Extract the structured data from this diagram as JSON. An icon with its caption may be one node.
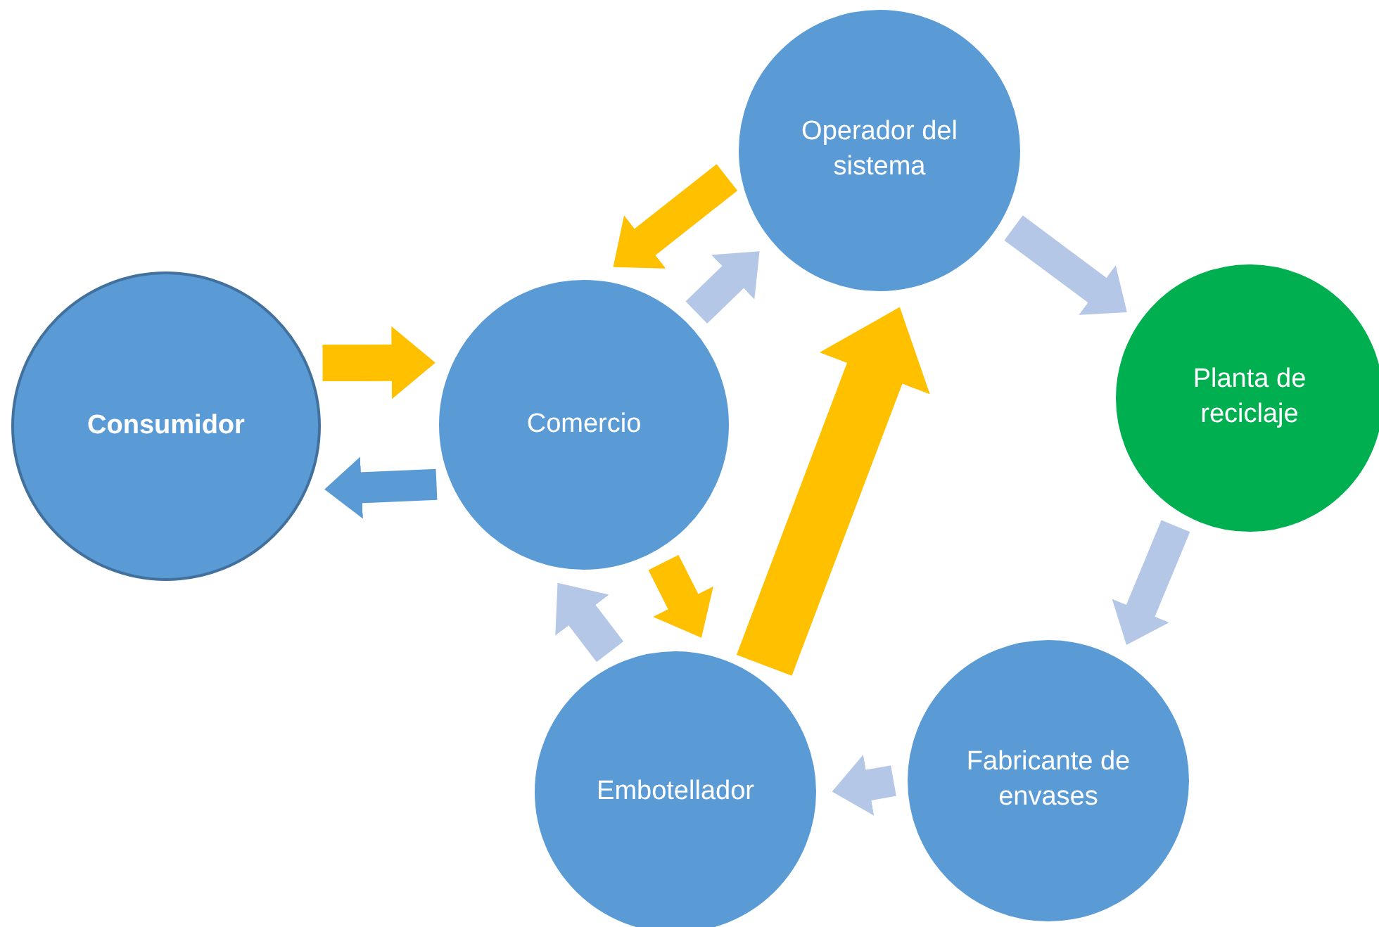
{
  "diagram": {
    "nodes": [
      {
        "text": [
          "Consumidor"
        ]
      },
      {
        "text": [
          "Comercio"
        ]
      },
      {
        "text": [
          "Operador del sistema"
        ]
      },
      {
        "text": [
          "Planta de reciclaje"
        ]
      },
      {
        "text": [
          "Fabricante de envases"
        ]
      },
      {
        "text": [
          "Embotellador"
        ]
      }
    ],
    "edges": [
      {
        "from": 0,
        "to": 1,
        "arrow": "to",
        "color": "#ffc000"
      },
      {
        "from": 1,
        "to": 0,
        "arrow": "to",
        "color": "#5b9bd5"
      },
      {
        "from": 1,
        "to": 2,
        "arrow": "to"
      },
      {
        "from": 2,
        "to": 1,
        "arrow": "to",
        "color": "#ffc000"
      },
      {
        "from": 2,
        "to": 3,
        "arrow": "to"
      },
      {
        "from": 3,
        "to": 4,
        "arrow": "to"
      },
      {
        "from": 4,
        "to": 5,
        "arrow": "to"
      },
      {
        "from": 5,
        "to": 1,
        "arrow": "to"
      },
      {
        "from": 1,
        "to": 5,
        "arrow": "to",
        "color": "#ffc000"
      },
      {
        "from": 5,
        "to": 2,
        "arrow": "to",
        "color": "#ffc000",
        "style": "thick"
      }
    ]
  }
}
